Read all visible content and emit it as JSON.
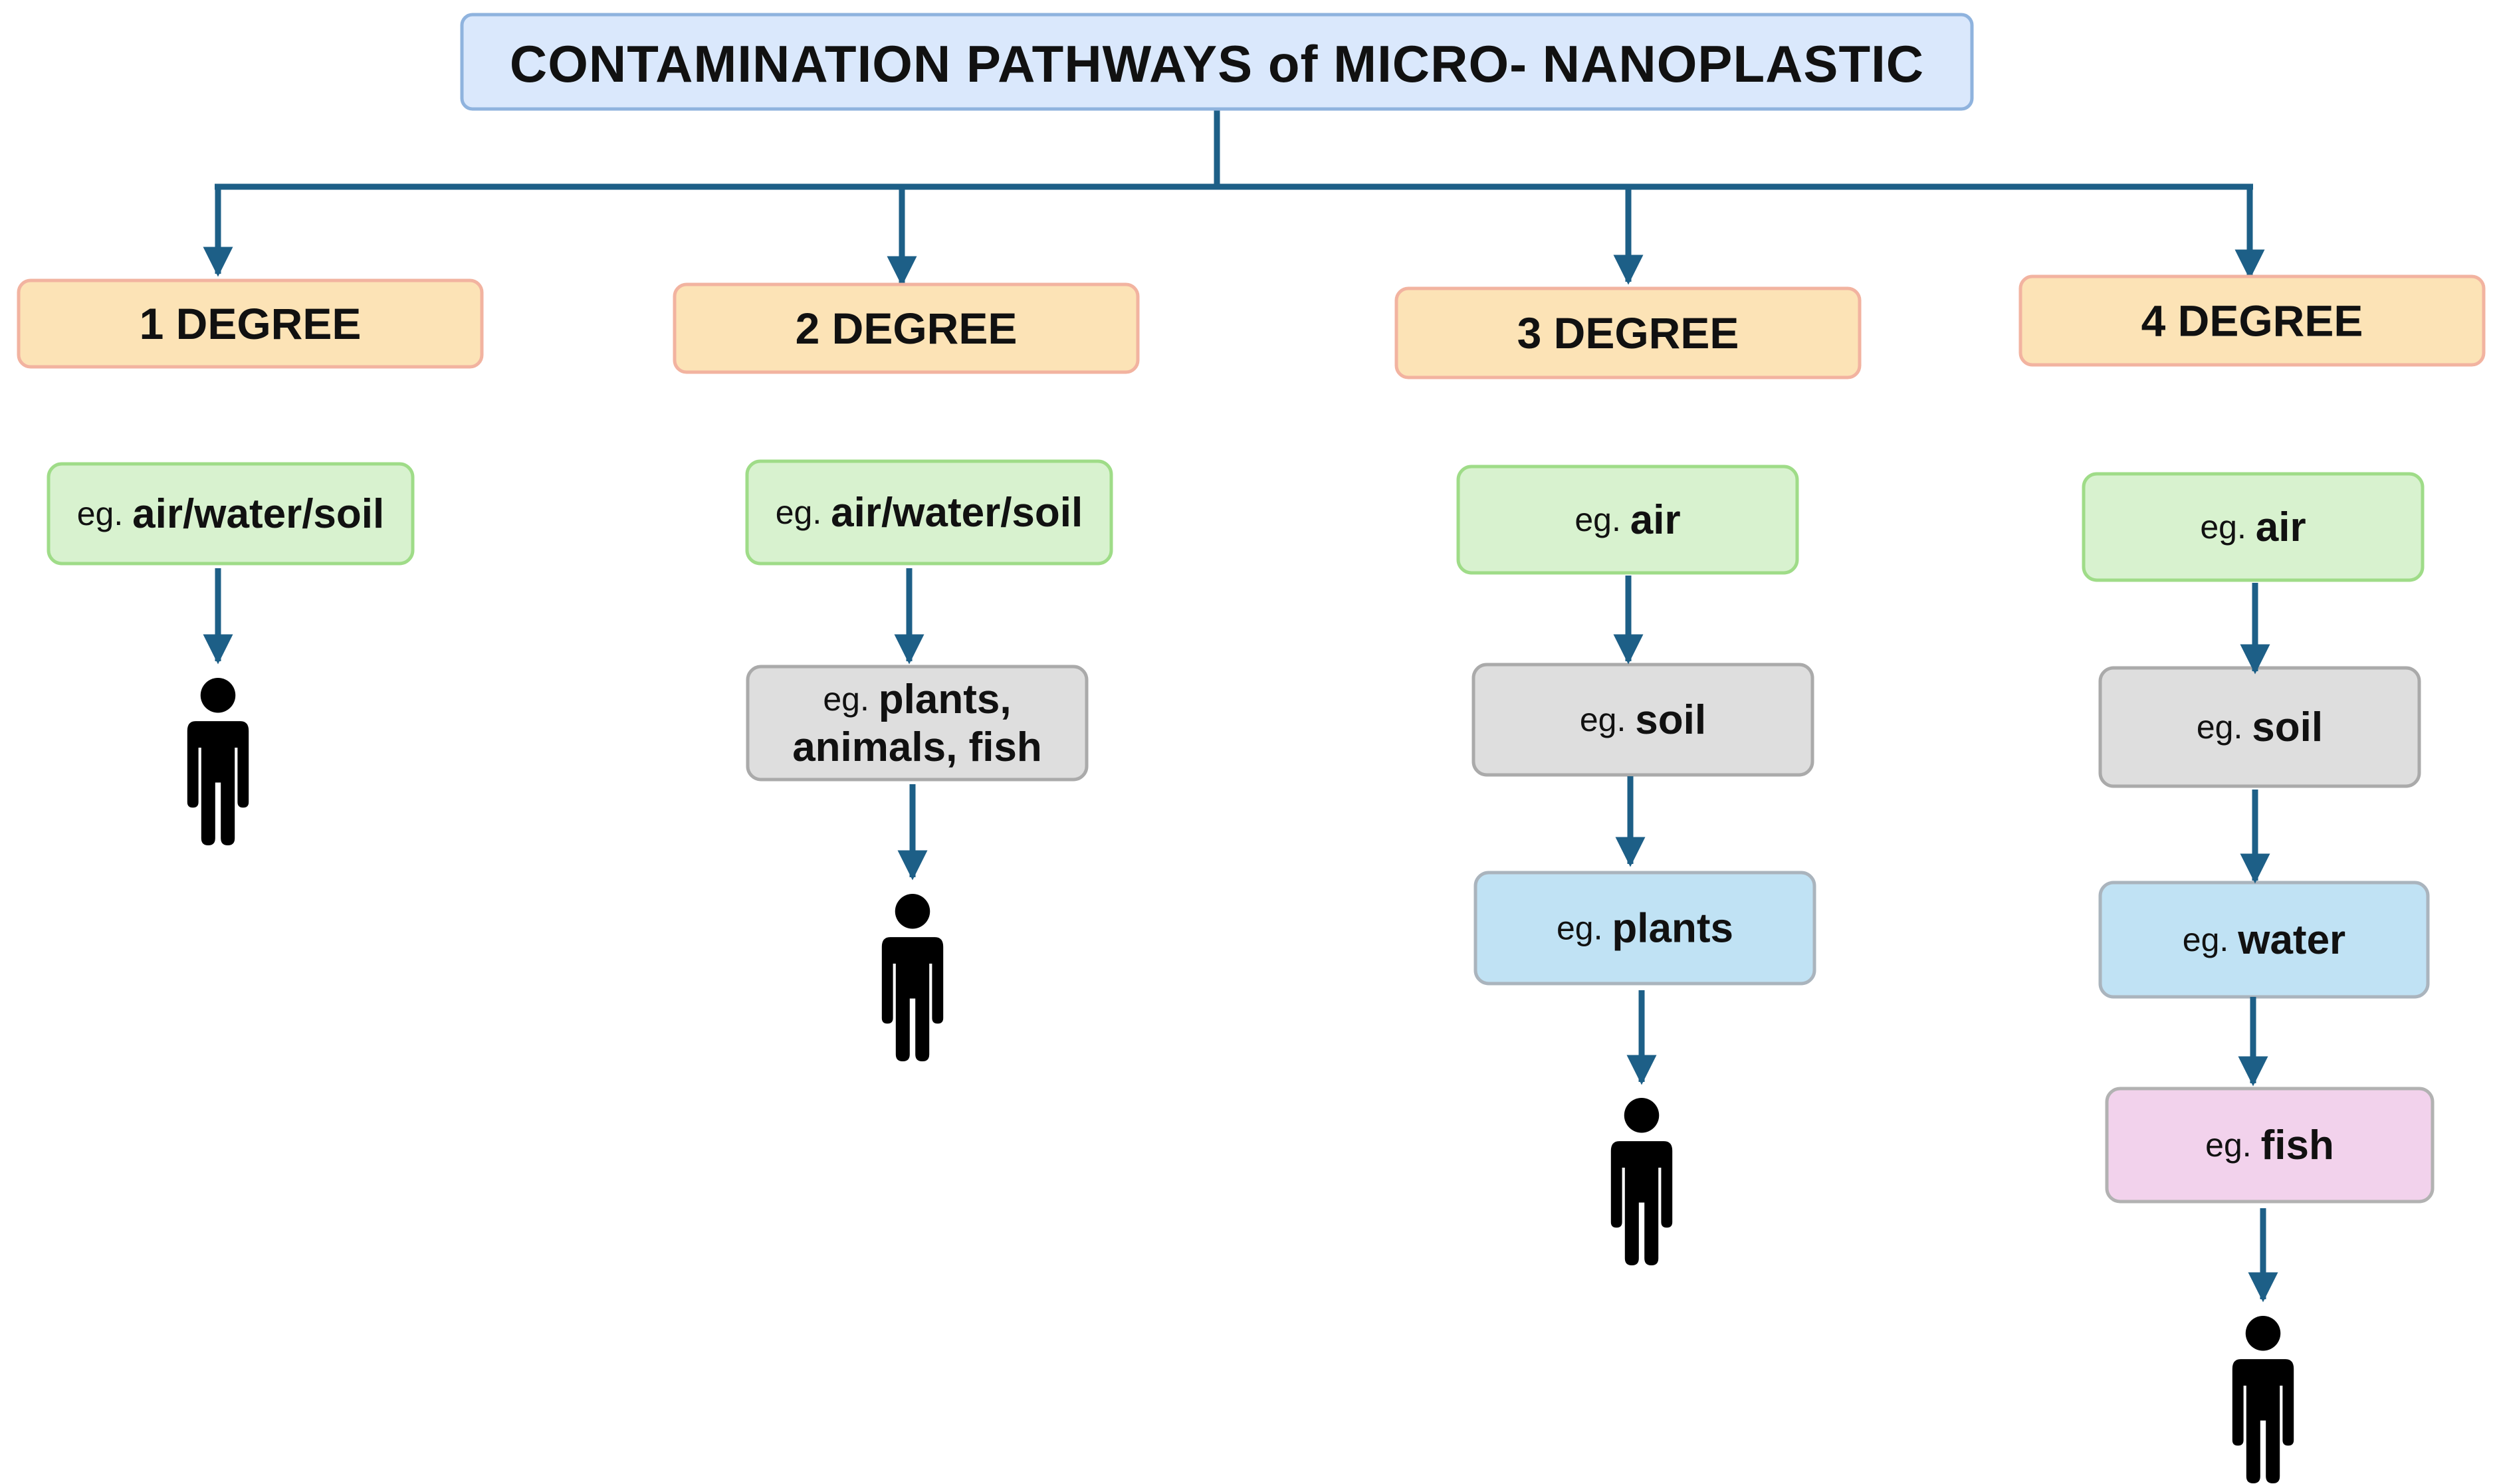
{
  "title": "CONTAMINATION PATHWAYS of MICRO- NANOPLASTIC",
  "eg_prefix": "eg.",
  "colors": {
    "line": "#1d5f87",
    "title_fill": "#dae8fc",
    "title_stroke": "#8fb3de",
    "degree_fill": "#fce3b6",
    "degree_stroke": "#f2b3a0",
    "green_fill": "#d8f2cf",
    "green_stroke": "#9fdc88",
    "gray_fill": "#dedede",
    "gray_stroke": "#aaaaaa",
    "blue_fill": "#c0e2f4",
    "blue_stroke": "#aab4bd",
    "pink_fill": "#f2d2ec",
    "pink_stroke": "#b2b2b2",
    "human": "#000000"
  },
  "columns": [
    {
      "degree": "1 DEGREE",
      "steps": [
        {
          "lines": [
            "air/water/soil"
          ],
          "color": "green"
        }
      ],
      "end_icon": "human-icon"
    },
    {
      "degree": "2 DEGREE",
      "steps": [
        {
          "lines": [
            "air/water/soil"
          ],
          "color": "green"
        },
        {
          "lines": [
            "plants,",
            "animals, fish"
          ],
          "color": "gray"
        }
      ],
      "end_icon": "human-icon"
    },
    {
      "degree": "3 DEGREE",
      "steps": [
        {
          "lines": [
            "air"
          ],
          "color": "green"
        },
        {
          "lines": [
            "soil"
          ],
          "color": "gray"
        },
        {
          "lines": [
            "plants"
          ],
          "color": "blue"
        }
      ],
      "end_icon": "human-icon"
    },
    {
      "degree": "4 DEGREE",
      "steps": [
        {
          "lines": [
            "air"
          ],
          "color": "green"
        },
        {
          "lines": [
            "soil"
          ],
          "color": "gray"
        },
        {
          "lines": [
            "water"
          ],
          "color": "blue"
        },
        {
          "lines": [
            "fish"
          ],
          "color": "pink"
        }
      ],
      "end_icon": "human-icon"
    }
  ]
}
